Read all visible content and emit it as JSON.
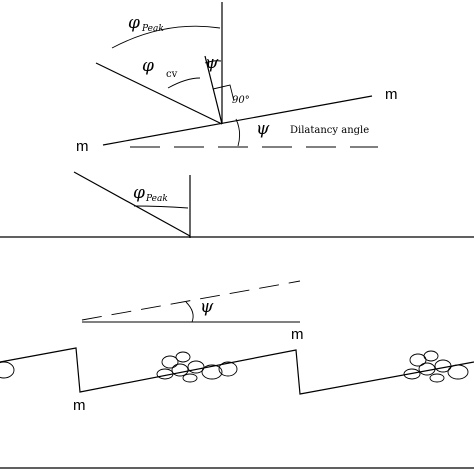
{
  "labels": {
    "phi": "φ",
    "peak_sub": "Peak",
    "cv_sub": "cv",
    "psi": "ψ",
    "right_angle": "90°",
    "m": "m",
    "dilatancy": "Dilatancy angle"
  }
}
